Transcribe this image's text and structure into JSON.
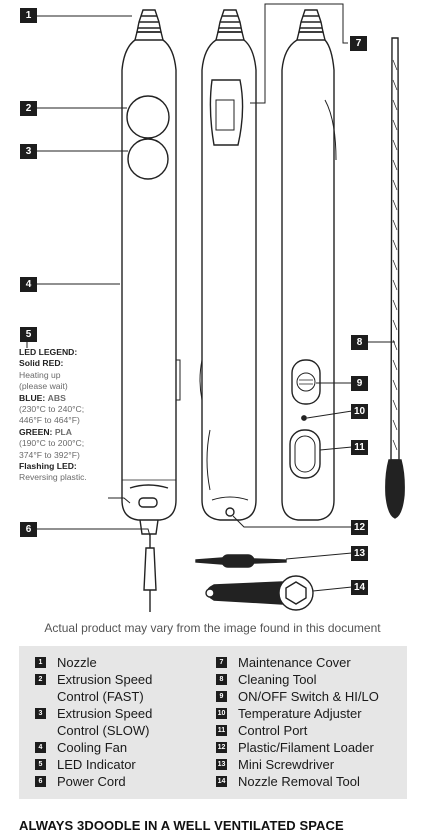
{
  "callouts": [
    "1",
    "2",
    "3",
    "4",
    "5",
    "6",
    "7",
    "8",
    "9",
    "10",
    "11",
    "12",
    "13",
    "14"
  ],
  "legend": {
    "title": "LED LEGEND:",
    "red_label": "Solid RED:",
    "red_desc_1": "Heating up",
    "red_desc_2": "(please wait)",
    "blue_label": "BLUE:",
    "blue_value": "ABS",
    "blue_desc_1": "(230°C to 240°C;",
    "blue_desc_2": "446°F to 464°F)",
    "green_label": "GREEN:",
    "green_value": "PLA",
    "green_desc_1": "(190°C to 200°C;",
    "green_desc_2": "374°F to 392°F)",
    "flash_label": "Flashing LED:",
    "flash_desc": "Reversing plastic."
  },
  "caption": "Actual product may vary from the image found in this document",
  "parts_left": [
    {
      "num": "1",
      "name": "Nozzle"
    },
    {
      "num": "2",
      "name": "Extrusion Speed",
      "name2": "Control (FAST)"
    },
    {
      "num": "3",
      "name": "Extrusion Speed",
      "name2": "Control (SLOW)"
    },
    {
      "num": "4",
      "name": "Cooling Fan"
    },
    {
      "num": "5",
      "name": "LED Indicator"
    },
    {
      "num": "6",
      "name": "Power Cord"
    }
  ],
  "parts_right": [
    {
      "num": "7",
      "name": "Maintenance Cover"
    },
    {
      "num": "8",
      "name": "Cleaning Tool"
    },
    {
      "num": "9",
      "name": "ON/OFF Switch & HI/LO"
    },
    {
      "num": "10",
      "name": "Temperature Adjuster"
    },
    {
      "num": "11",
      "name": "Control Port"
    },
    {
      "num": "12",
      "name": "Plastic/Filament Loader"
    },
    {
      "num": "13",
      "name": "Mini Screwdriver"
    },
    {
      "num": "14",
      "name": "Nozzle Removal Tool"
    }
  ],
  "warning": "ALWAYS 3DOODLE IN A WELL VENTILATED SPACE"
}
